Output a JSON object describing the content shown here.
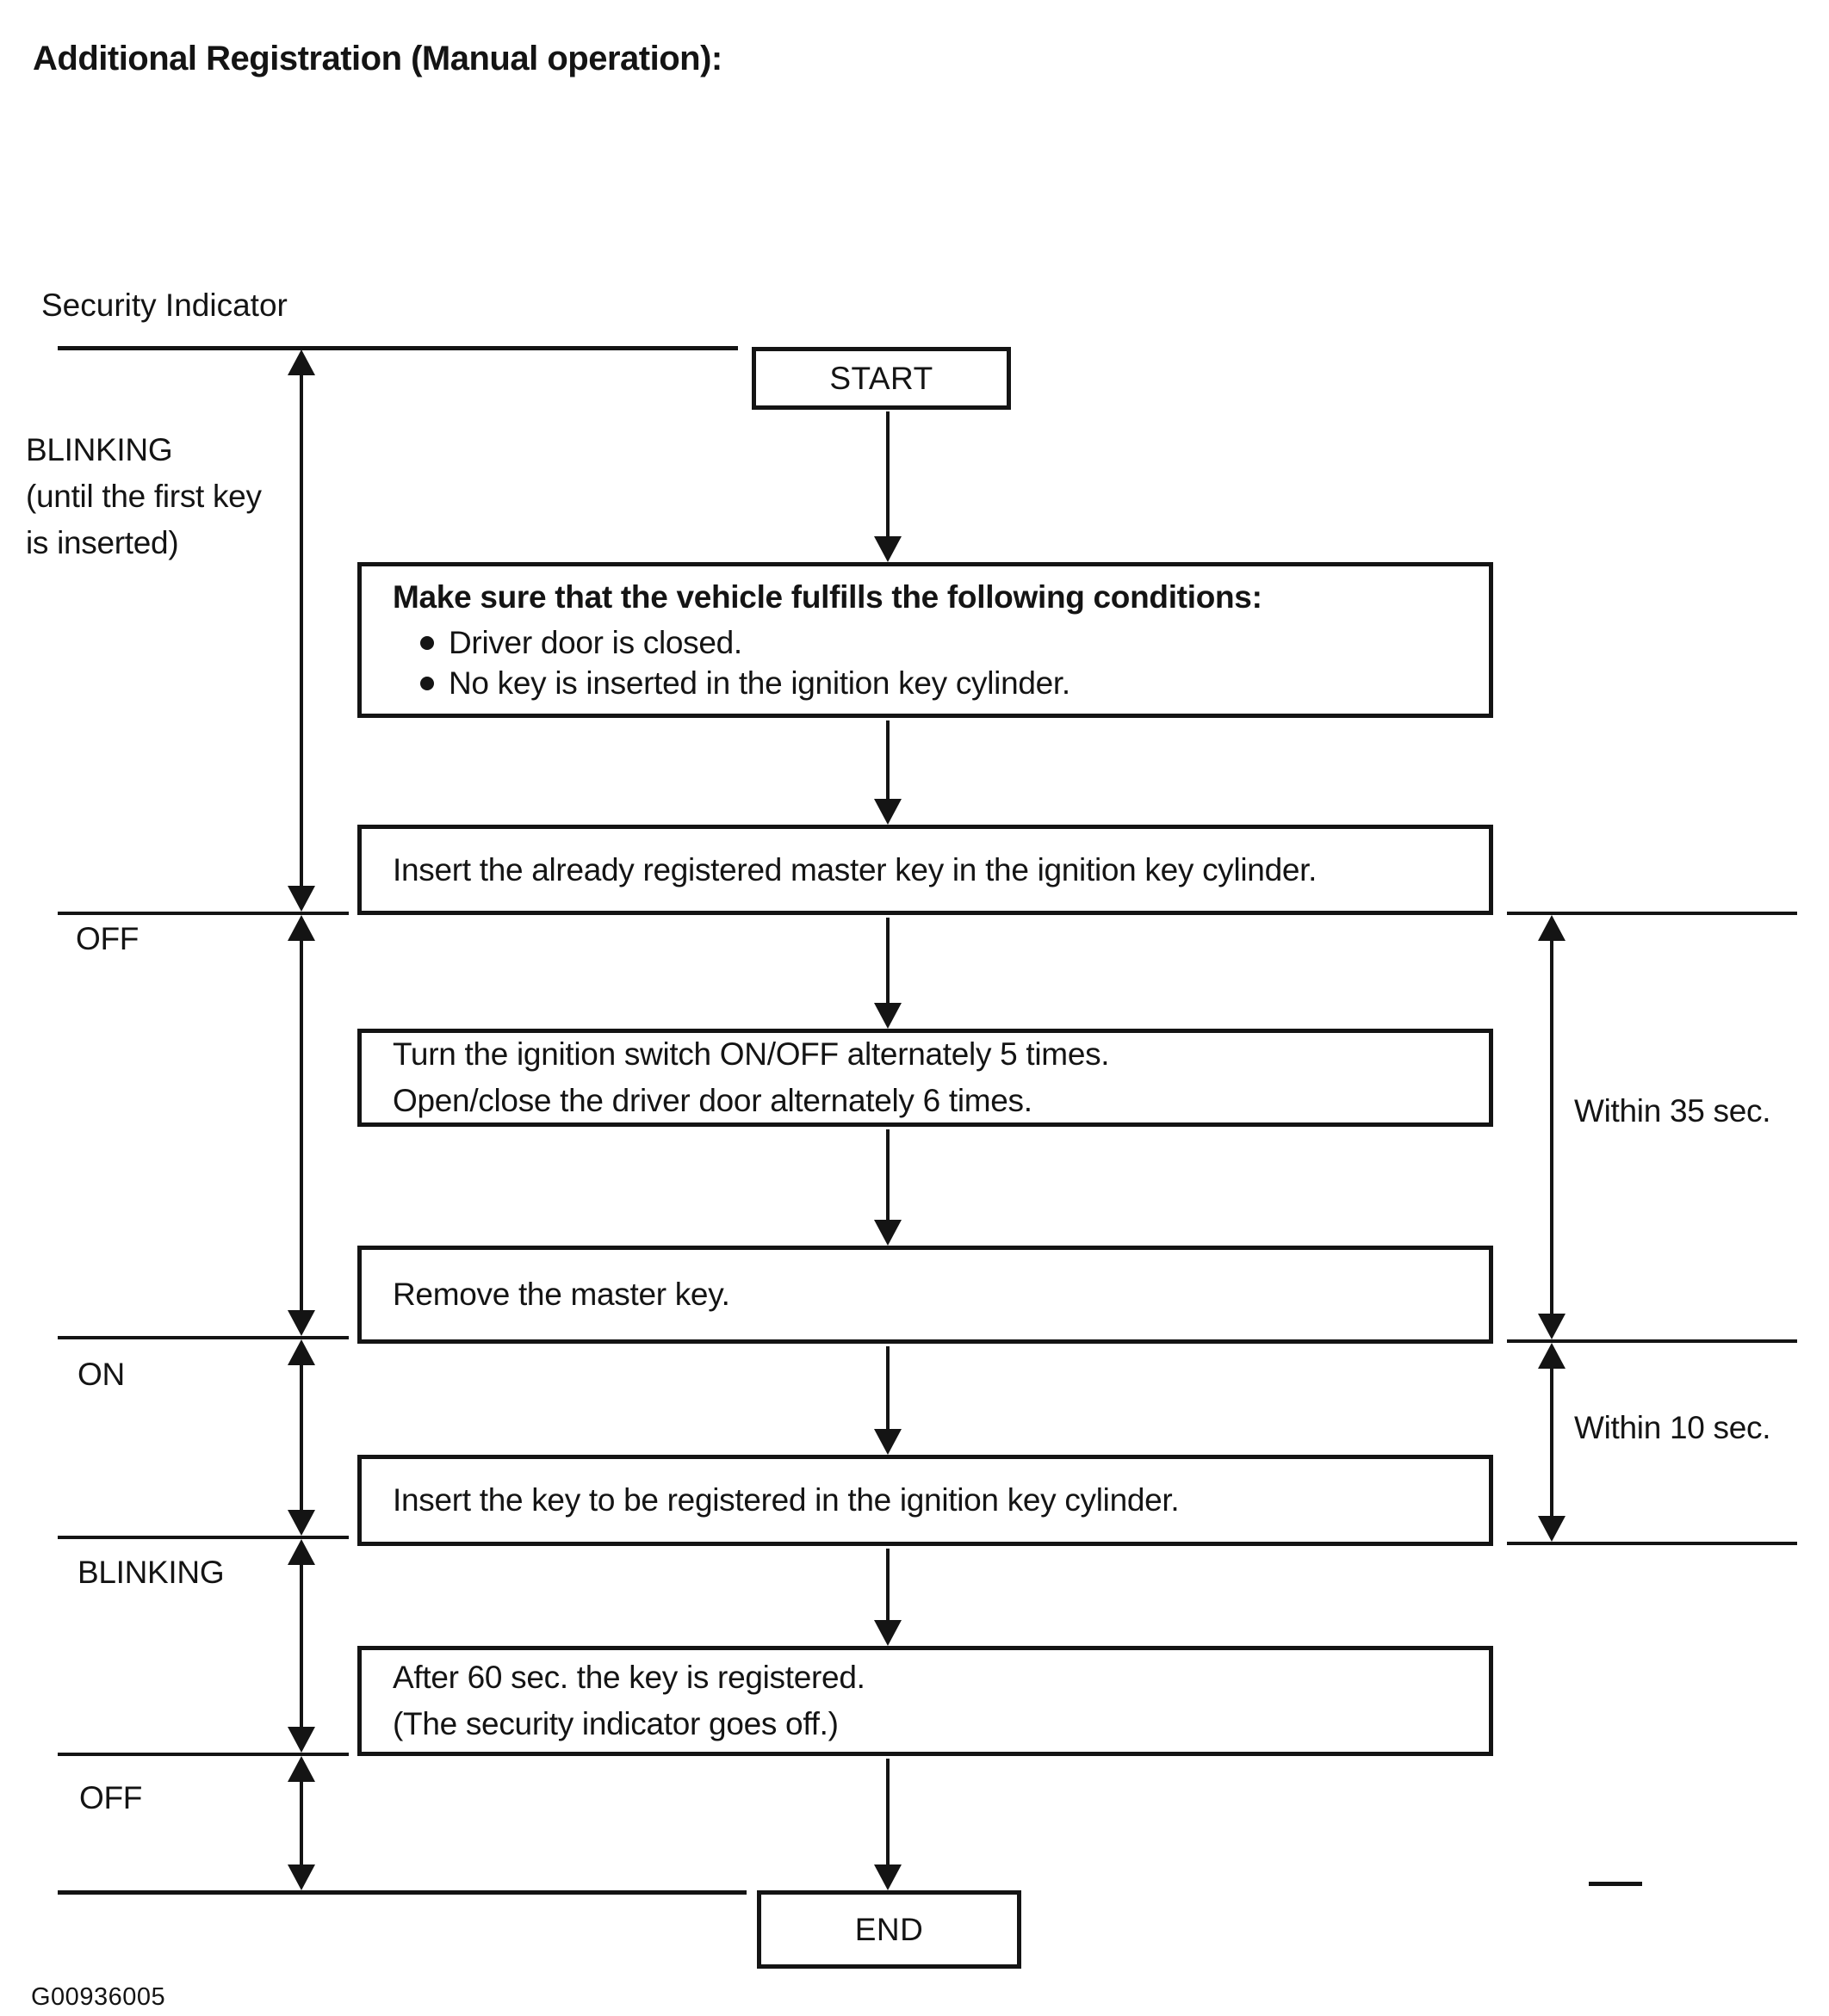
{
  "page": {
    "title": "Additional Registration (Manual operation):",
    "figure_code": "G00936005"
  },
  "security_indicator": {
    "label": "Security Indicator",
    "states": [
      {
        "label": "BLINKING",
        "note_line1": "(until the first key",
        "note_line2": "is inserted)"
      },
      {
        "label": "OFF"
      },
      {
        "label": "ON"
      },
      {
        "label": "BLINKING"
      },
      {
        "label": "OFF"
      }
    ]
  },
  "flowchart": {
    "start_label": "START",
    "end_label": "END",
    "steps": [
      {
        "heading": "Make sure that the vehicle fulfills the following conditions:",
        "bullets": [
          "Driver door is closed.",
          "No key is inserted in the ignition key cylinder."
        ]
      },
      {
        "line1": "Insert the already registered master key in the ignition key cylinder."
      },
      {
        "line1": "Turn the ignition switch ON/OFF alternately 5 times.",
        "line2": "Open/close the driver door alternately 6 times."
      },
      {
        "line1": "Remove the master key."
      },
      {
        "line1": "Insert the key to be registered in the ignition key cylinder."
      },
      {
        "line1": "After 60 sec. the key is registered.",
        "line2": "(The security indicator goes off.)"
      }
    ]
  },
  "timing_annotations": {
    "within_35": "Within 35 sec.",
    "within_10": "Within 10 sec."
  },
  "colors": {
    "ink": "#141414",
    "background": "#ffffff"
  }
}
